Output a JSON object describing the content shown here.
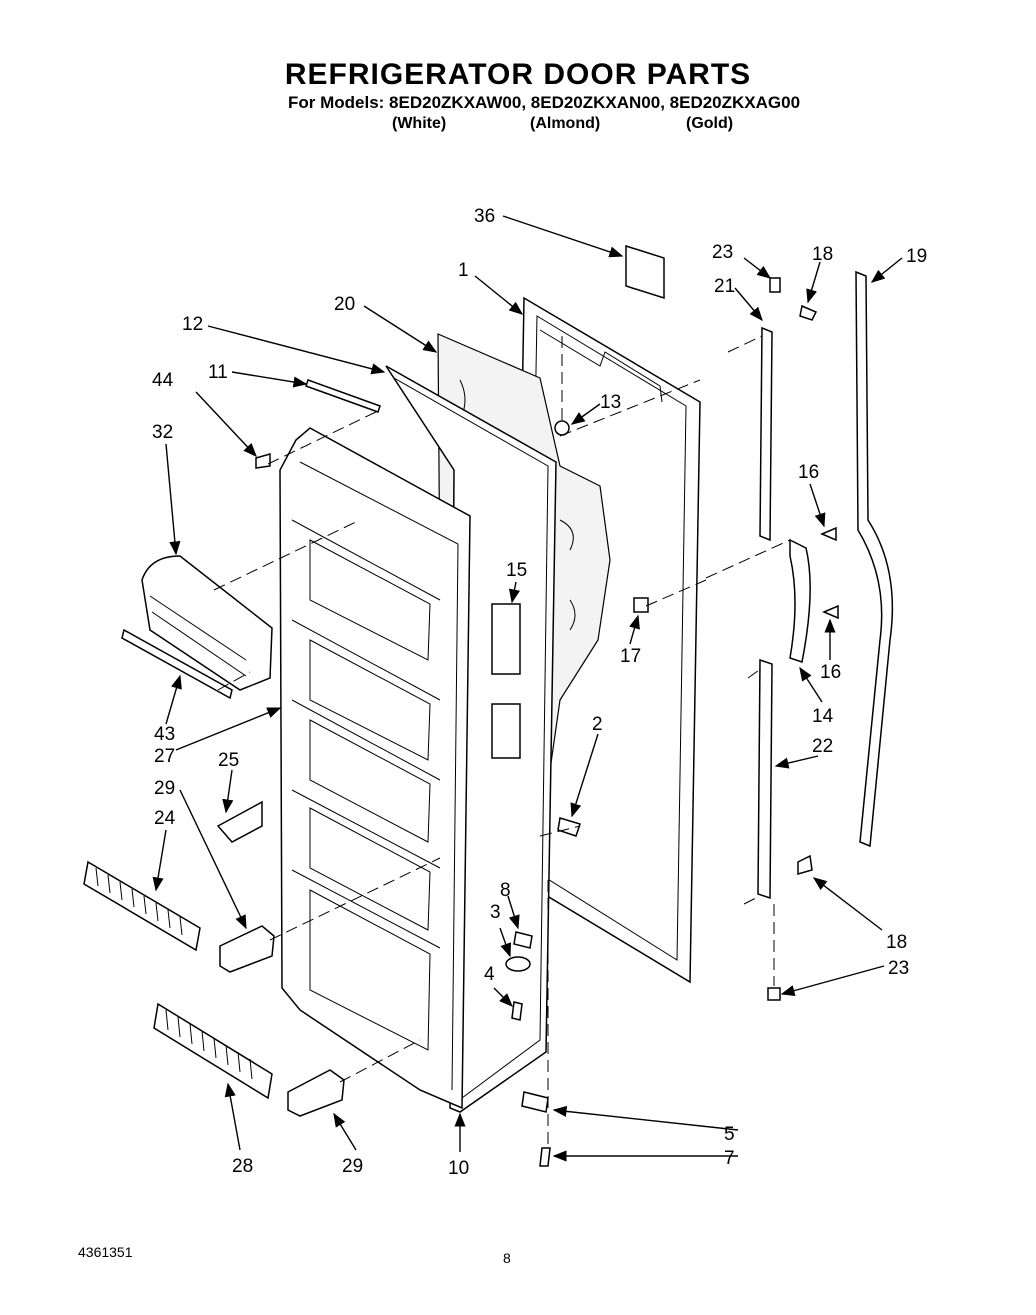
{
  "header": {
    "title": "REFRIGERATOR DOOR PARTS",
    "models_line": "For Models: 8ED20ZKXAW00, 8ED20ZKXAN00, 8ED20ZKXAG00",
    "variants": [
      "(White)",
      "(Almond)",
      "(Gold)"
    ]
  },
  "callouts": [
    {
      "id": "c36",
      "label": "36"
    },
    {
      "id": "c23a",
      "label": "23"
    },
    {
      "id": "c18a",
      "label": "18"
    },
    {
      "id": "c19",
      "label": "19"
    },
    {
      "id": "c1",
      "label": "1"
    },
    {
      "id": "c21",
      "label": "21"
    },
    {
      "id": "c20",
      "label": "20"
    },
    {
      "id": "c12",
      "label": "12"
    },
    {
      "id": "c11",
      "label": "11"
    },
    {
      "id": "c13",
      "label": "13"
    },
    {
      "id": "c44",
      "label": "44"
    },
    {
      "id": "c32",
      "label": "32"
    },
    {
      "id": "c16a",
      "label": "16"
    },
    {
      "id": "c15",
      "label": "15"
    },
    {
      "id": "c17",
      "label": "17"
    },
    {
      "id": "c16b",
      "label": "16"
    },
    {
      "id": "c14",
      "label": "14"
    },
    {
      "id": "c43",
      "label": "43"
    },
    {
      "id": "c27",
      "label": "27"
    },
    {
      "id": "c2",
      "label": "2"
    },
    {
      "id": "c22",
      "label": "22"
    },
    {
      "id": "c25",
      "label": "25"
    },
    {
      "id": "c29a",
      "label": "29"
    },
    {
      "id": "c24",
      "label": "24"
    },
    {
      "id": "c8",
      "label": "8"
    },
    {
      "id": "c3",
      "label": "3"
    },
    {
      "id": "c18b",
      "label": "18"
    },
    {
      "id": "c23b",
      "label": "23"
    },
    {
      "id": "c4",
      "label": "4"
    },
    {
      "id": "c5",
      "label": "5"
    },
    {
      "id": "c7",
      "label": "7"
    },
    {
      "id": "c28",
      "label": "28"
    },
    {
      "id": "c29b",
      "label": "29"
    },
    {
      "id": "c10",
      "label": "10"
    }
  ],
  "footer": {
    "doc_number": "4361351",
    "page_number": "8"
  }
}
